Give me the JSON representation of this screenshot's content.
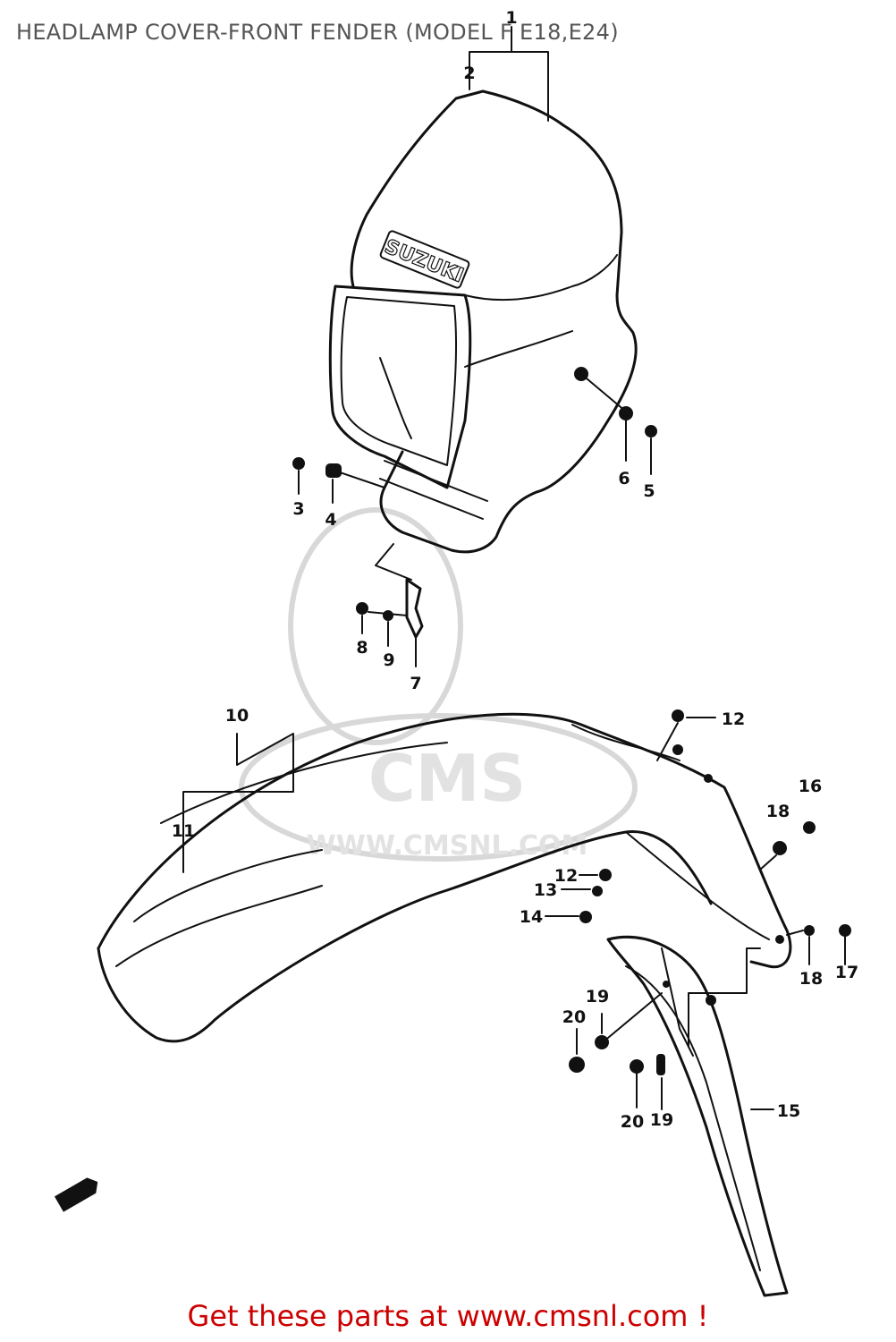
{
  "title": "HEADLAMP COVER-FRONT FENDER (MODEL F E18,E24)",
  "footer": "Get these parts at www.cmsnl.com !",
  "emblem_text": "SUZUKI",
  "watermark": {
    "logo_text": "CMS",
    "url_text": "WWW.CMSNL.COM"
  },
  "callouts": [
    {
      "id": "c1",
      "text": "1"
    },
    {
      "id": "c2",
      "text": "2"
    },
    {
      "id": "c3",
      "text": "3"
    },
    {
      "id": "c4",
      "text": "4"
    },
    {
      "id": "c5",
      "text": "5"
    },
    {
      "id": "c6",
      "text": "6"
    },
    {
      "id": "c7",
      "text": "7"
    },
    {
      "id": "c8",
      "text": "8"
    },
    {
      "id": "c9",
      "text": "9"
    },
    {
      "id": "c10",
      "text": "10"
    },
    {
      "id": "c11",
      "text": "11"
    },
    {
      "id": "c12a",
      "text": "12"
    },
    {
      "id": "c12b",
      "text": "12"
    },
    {
      "id": "c13",
      "text": "13"
    },
    {
      "id": "c14",
      "text": "14"
    },
    {
      "id": "c15",
      "text": "15"
    },
    {
      "id": "c16",
      "text": "16"
    },
    {
      "id": "c17",
      "text": "17"
    },
    {
      "id": "c18a",
      "text": "18"
    },
    {
      "id": "c18b",
      "text": "18"
    },
    {
      "id": "c19a",
      "text": "19"
    },
    {
      "id": "c19b",
      "text": "19"
    },
    {
      "id": "c20a",
      "text": "20"
    },
    {
      "id": "c20b",
      "text": "20"
    }
  ]
}
